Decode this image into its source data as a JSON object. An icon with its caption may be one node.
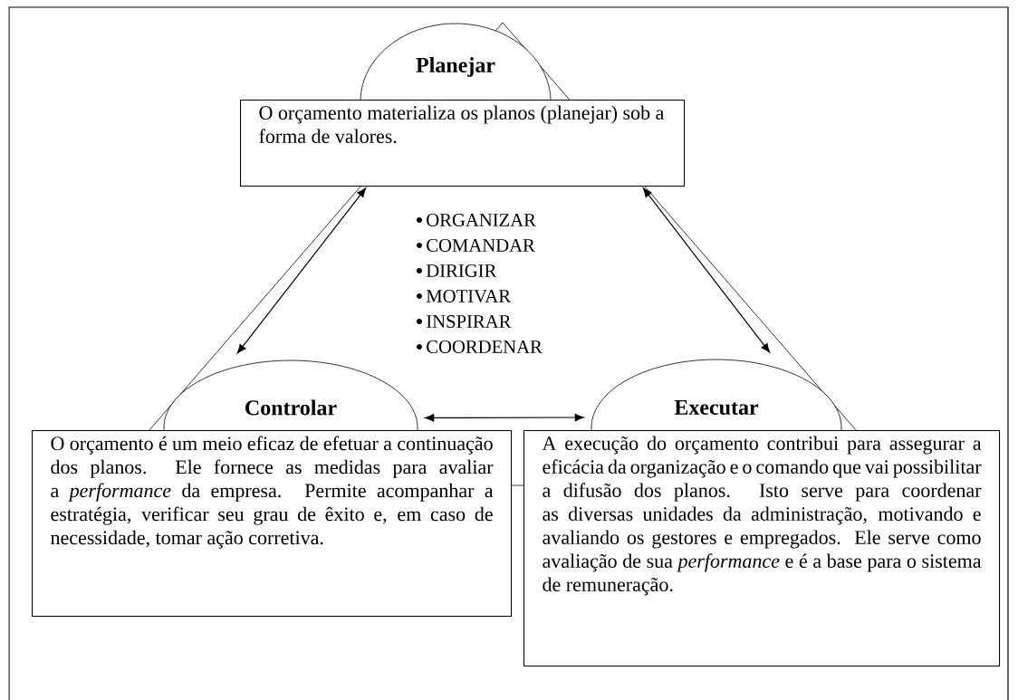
{
  "diagram": {
    "nodes": [
      {
        "text": [
          "Planejar"
        ]
      },
      {
        "text": [
          "O orçamento materializa os planos (planejar) sob a forma de valores."
        ]
      },
      {
        "text": [
          "Controlar"
        ]
      },
      {
        "text": [
          "O orçamento é um meio eficaz de efetuar a continuação dos planos. Ele fornece as medidas para avaliar a *performance* da empresa. Permite acompanhar a estratégia, verificar seu grau de êxito e, em caso de necessidade, tomar ação corretiva."
        ]
      },
      {
        "text": [
          "Executar"
        ]
      },
      {
        "text": [
          "A execução do orçamento contribui para assegurar a eficácia da organização e o comando que vai possibilitar a difusão dos planos. Isto serve para coordenar as diversas unidades da administração, motivando e avaliando os gestores e empregados. Ele serve como avaliação de sua *performance* e é a base para o sistema de remuneração."
        ]
      }
    ],
    "edges": [
      {
        "from": 1,
        "to": 2,
        "arrow": "both"
      },
      {
        "from": 1,
        "to": 4,
        "arrow": "both"
      },
      {
        "from": 2,
        "to": 4,
        "arrow": "both"
      }
    ],
    "labels": [
      "ORGANIZAR",
      "COMANDAR",
      "DIRIGIR",
      "MOTIVAR",
      "INSPIRAR",
      "COORDENAR"
    ]
  }
}
